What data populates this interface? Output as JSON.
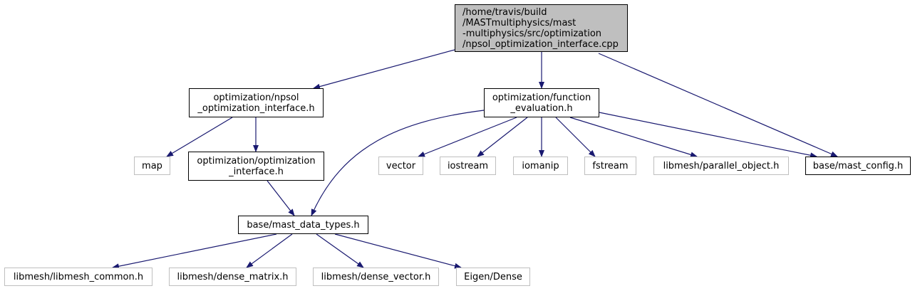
{
  "colors": {
    "edge": "#191970",
    "root_fill": "#bfbfbf",
    "solid_border": "#000000",
    "external_border": "#bfbfbf"
  },
  "nodes": {
    "root": {
      "lines": [
        "/home/travis/build",
        "/MASTmultiphysics/mast",
        "-multiphysics/src/optimization",
        "/npsol_optimization_interface.cpp"
      ]
    },
    "npsol_h": {
      "lines": [
        "optimization/npsol",
        "_optimization_interface.h"
      ]
    },
    "function_evaluation_h": {
      "lines": [
        "optimization/function",
        "_evaluation.h"
      ]
    },
    "map": {
      "lines": [
        "map"
      ]
    },
    "optimization_interface_h": {
      "lines": [
        "optimization/optimization",
        "_interface.h"
      ]
    },
    "vector": {
      "lines": [
        "vector"
      ]
    },
    "iostream": {
      "lines": [
        "iostream"
      ]
    },
    "iomanip": {
      "lines": [
        "iomanip"
      ]
    },
    "fstream": {
      "lines": [
        "fstream"
      ]
    },
    "parallel_object_h": {
      "lines": [
        "libmesh/parallel_object.h"
      ]
    },
    "mast_config_h": {
      "lines": [
        "base/mast_config.h"
      ]
    },
    "mast_data_types_h": {
      "lines": [
        "base/mast_data_types.h"
      ]
    },
    "libmesh_common_h": {
      "lines": [
        "libmesh/libmesh_common.h"
      ]
    },
    "dense_matrix_h": {
      "lines": [
        "libmesh/dense_matrix.h"
      ]
    },
    "dense_vector_h": {
      "lines": [
        "libmesh/dense_vector.h"
      ]
    },
    "eigen_dense": {
      "lines": [
        "Eigen/Dense"
      ]
    }
  }
}
